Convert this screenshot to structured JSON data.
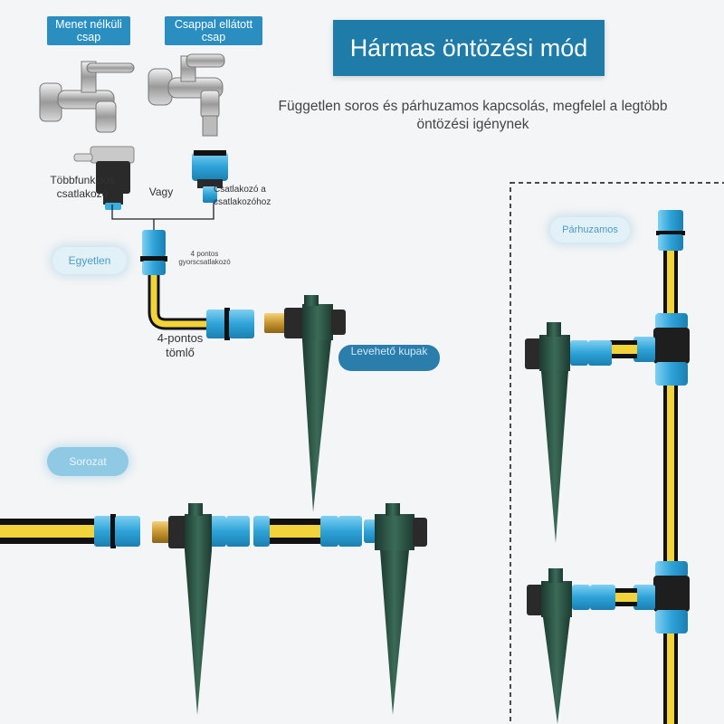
{
  "title": "Hármas öntözési mód",
  "subtitle": "Független soros és párhuzamos kapcsolás, megfelel a legtöbb öntözési igénynek",
  "taps": {
    "threaded": "Menet nélküli csap",
    "with_tap": "Csappal ellátott csap"
  },
  "connectors": {
    "multi": "Többfunkciós csatlakozó",
    "or": "Vagy",
    "tap_connector": "Csatlakozó a csatlakozóhoz",
    "quick": "4 pontos gyorscsatlakozó",
    "hose": "4-pontos tömlő",
    "cap": "Levehető kupak"
  },
  "modes": {
    "single": "Egyetlen",
    "series": "Sorozat",
    "parallel": "Párhuzamos"
  },
  "colors": {
    "accent": "#1f7ba8",
    "hose_yellow": "#f2d33a",
    "hose_black": "#1a1a1a",
    "connector_blue": "#3aaee0",
    "sprinkler_green": "#24463a"
  }
}
